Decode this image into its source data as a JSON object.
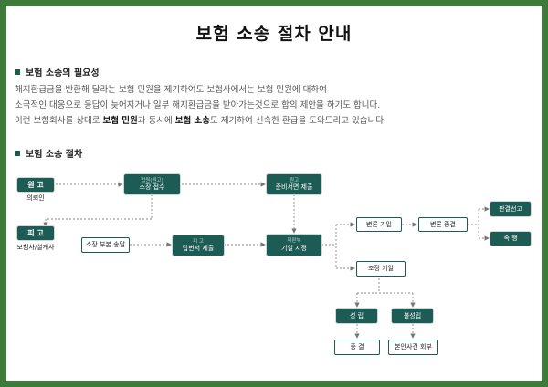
{
  "title": "보험 소송 절차 안내",
  "section1": {
    "heading": "보험 소송의 필요성",
    "lines": [
      {
        "text": "해지환급금을 반환해 달라는 보험 민원을 제기하여도 보험사에서는 보험 민원에 대하여"
      },
      {
        "text": "소극적인 대응으로 응답이 늦어지거나 일부 해지환급금을 받아가는것으로 합의 제안을 하기도 합니다."
      },
      {
        "pre": "이런 보험회사를 상대로 ",
        "b1": "보험 민원",
        "mid": "과 동시에 ",
        "b2": "보험 소송",
        "post": "도 제기하여 신속한 환급을 도와드리고 있습니다."
      }
    ]
  },
  "section2": {
    "heading": "보험 소송 절차"
  },
  "diagram": {
    "wongo": {
      "label": "원 고",
      "sub": "의뢰인"
    },
    "pigo": {
      "label": "피 고",
      "sub": "보험사/설계사"
    },
    "sojang": {
      "top": "법원(원고)",
      "main": "소장 접수"
    },
    "junbi": {
      "top": "원고",
      "main": "준비서면 제출"
    },
    "budam": {
      "main": "소장 부본 송달"
    },
    "dapbyeon": {
      "top": "피 고",
      "main": "답변서 제출"
    },
    "giil": {
      "top": "재판부",
      "main": "기일 지정"
    },
    "byeonron_giil": {
      "main": "변론 기일"
    },
    "byeonron_end": {
      "main": "변론 종결"
    },
    "panggyeol": {
      "main": "판결선고"
    },
    "sokhaeng": {
      "main": "속 행"
    },
    "jojeong": {
      "main": "조정 기일"
    },
    "seongrip": {
      "main": "성 립"
    },
    "bulseongrip": {
      "main": "불성립"
    },
    "jonggyeol": {
      "main": "종 결"
    },
    "boneon": {
      "main": "본안사건 회부"
    }
  }
}
